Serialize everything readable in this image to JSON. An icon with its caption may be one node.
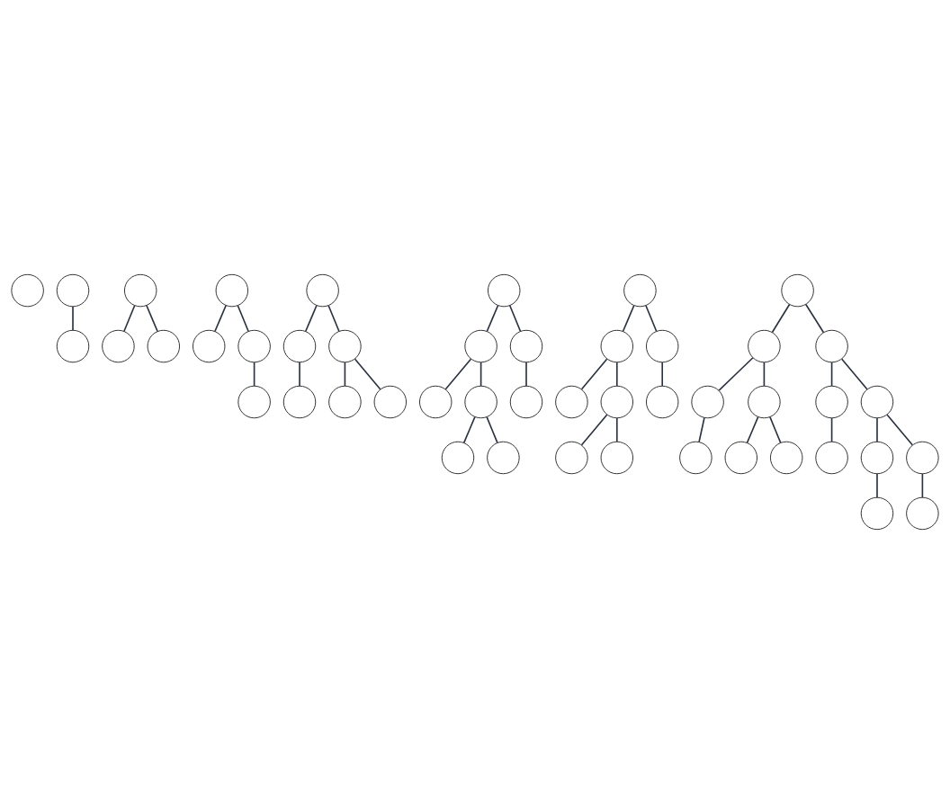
{
  "diagram": {
    "nodes": [
      {
        "text": [],
        "shape": "circle"
      },
      {
        "text": [],
        "shape": "circle"
      },
      {
        "text": [],
        "shape": "circle"
      },
      {
        "text": [],
        "shape": "circle"
      },
      {
        "text": [],
        "shape": "circle"
      },
      {
        "text": [],
        "shape": "circle"
      },
      {
        "text": [],
        "shape": "circle"
      },
      {
        "text": [],
        "shape": "circle"
      },
      {
        "text": [],
        "shape": "circle"
      },
      {
        "text": [],
        "shape": "circle"
      },
      {
        "text": [],
        "shape": "circle"
      },
      {
        "text": [],
        "shape": "circle"
      },
      {
        "text": [],
        "shape": "circle"
      },
      {
        "text": [],
        "shape": "circle"
      },
      {
        "text": [],
        "shape": "circle"
      },
      {
        "text": [],
        "shape": "circle"
      },
      {
        "text": [],
        "shape": "circle"
      },
      {
        "text": [],
        "shape": "circle"
      },
      {
        "text": [],
        "shape": "circle"
      },
      {
        "text": [],
        "shape": "circle"
      },
      {
        "text": [],
        "shape": "circle"
      },
      {
        "text": [],
        "shape": "circle"
      },
      {
        "text": [],
        "shape": "circle"
      },
      {
        "text": [],
        "shape": "circle"
      },
      {
        "text": [],
        "shape": "circle"
      },
      {
        "text": [],
        "shape": "circle"
      },
      {
        "text": [],
        "shape": "circle"
      },
      {
        "text": [],
        "shape": "circle"
      },
      {
        "text": [],
        "shape": "circle"
      },
      {
        "text": [],
        "shape": "circle"
      },
      {
        "text": [],
        "shape": "circle"
      },
      {
        "text": [],
        "shape": "circle"
      },
      {
        "text": [],
        "shape": "circle"
      },
      {
        "text": [],
        "shape": "circle"
      },
      {
        "text": [],
        "shape": "circle"
      },
      {
        "text": [],
        "shape": "circle"
      },
      {
        "text": [],
        "shape": "circle"
      },
      {
        "text": [],
        "shape": "circle"
      },
      {
        "text": [],
        "shape": "circle"
      },
      {
        "text": [],
        "shape": "circle"
      },
      {
        "text": [],
        "shape": "circle"
      },
      {
        "text": [],
        "shape": "circle"
      },
      {
        "text": [],
        "shape": "circle"
      },
      {
        "text": [],
        "shape": "circle"
      },
      {
        "text": [],
        "shape": "circle"
      },
      {
        "text": [],
        "shape": "circle"
      },
      {
        "text": [],
        "shape": "circle"
      }
    ],
    "edges": [
      {
        "from": 1,
        "to": 2,
        "arrow": "none"
      },
      {
        "from": 3,
        "to": 4,
        "arrow": "none"
      },
      {
        "from": 3,
        "to": 5,
        "arrow": "none"
      },
      {
        "from": 6,
        "to": 7,
        "arrow": "none"
      },
      {
        "from": 6,
        "to": 8,
        "arrow": "none"
      },
      {
        "from": 8,
        "to": 9,
        "arrow": "none"
      },
      {
        "from": 10,
        "to": 11,
        "arrow": "none"
      },
      {
        "from": 10,
        "to": 12,
        "arrow": "none"
      },
      {
        "from": 11,
        "to": 13,
        "arrow": "none"
      },
      {
        "from": 12,
        "to": 14,
        "arrow": "none"
      },
      {
        "from": 12,
        "to": 15,
        "arrow": "none"
      },
      {
        "from": 16,
        "to": 17,
        "arrow": "none"
      },
      {
        "from": 16,
        "to": 18,
        "arrow": "none"
      },
      {
        "from": 17,
        "to": 19,
        "arrow": "none"
      },
      {
        "from": 17,
        "to": 20,
        "arrow": "none"
      },
      {
        "from": 18,
        "to": 21,
        "arrow": "none"
      },
      {
        "from": 20,
        "to": 22,
        "arrow": "none"
      },
      {
        "from": 20,
        "to": 23,
        "arrow": "none"
      },
      {
        "from": 24,
        "to": 25,
        "arrow": "none"
      },
      {
        "from": 24,
        "to": 26,
        "arrow": "none"
      },
      {
        "from": 25,
        "to": 27,
        "arrow": "none"
      },
      {
        "from": 25,
        "to": 28,
        "arrow": "none"
      },
      {
        "from": 26,
        "to": 29,
        "arrow": "none"
      },
      {
        "from": 28,
        "to": 30,
        "arrow": "none"
      },
      {
        "from": 28,
        "to": 31,
        "arrow": "none"
      },
      {
        "from": 32,
        "to": 33,
        "arrow": "none"
      },
      {
        "from": 32,
        "to": 34,
        "arrow": "none"
      },
      {
        "from": 33,
        "to": 35,
        "arrow": "none"
      },
      {
        "from": 33,
        "to": 36,
        "arrow": "none"
      },
      {
        "from": 34,
        "to": 37,
        "arrow": "none"
      },
      {
        "from": 34,
        "to": 38,
        "arrow": "none"
      },
      {
        "from": 35,
        "to": 39,
        "arrow": "none"
      },
      {
        "from": 36,
        "to": 40,
        "arrow": "none"
      },
      {
        "from": 36,
        "to": 41,
        "arrow": "none"
      },
      {
        "from": 37,
        "to": 42,
        "arrow": "none"
      },
      {
        "from": 38,
        "to": 43,
        "arrow": "none"
      },
      {
        "from": 38,
        "to": 44,
        "arrow": "none"
      },
      {
        "from": 43,
        "to": 45,
        "arrow": "none"
      },
      {
        "from": 44,
        "to": 46,
        "arrow": "none"
      }
    ]
  }
}
